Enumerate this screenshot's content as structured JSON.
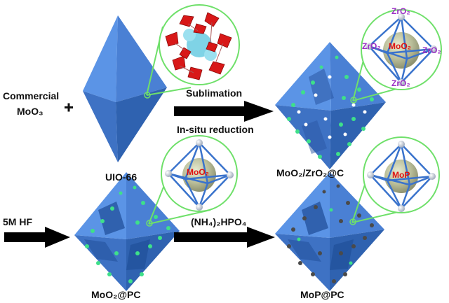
{
  "labels": {
    "commercial_line1": "Commercial",
    "commercial_line2": "MoO₃",
    "plus": "+",
    "uio66": "UIO-66",
    "sublimation": "Sublimation",
    "insitu": "In-situ reduction",
    "moo2_zro2_c": "MoO₂/ZrO₂@C",
    "hf": "5M HF",
    "nh4_hpo4": "(NH₄)₂HPO₄",
    "moo2_pc": "MoO₂@PC",
    "mop_pc": "MoP@PC"
  },
  "insets": {
    "zro2_top": "ZrO₂",
    "zro2_left": "ZrO₂",
    "zro2_right": "ZrO₂",
    "zro2_bottom": "ZrO₂",
    "moo2_center_top": "MoO₂",
    "moo2_inset_bottom": "MoO₂",
    "mop_inset": "MoP"
  },
  "colors": {
    "octahedron": "#4f86d9",
    "octahedron_dark": "#2f62b8",
    "callout": "#6fe06a",
    "arrow": "#000000",
    "zro2_text": "#9a2fc4",
    "mo_text": "#e01010",
    "green_dot": "#3ee08a",
    "pore": "#4a4a4a"
  }
}
